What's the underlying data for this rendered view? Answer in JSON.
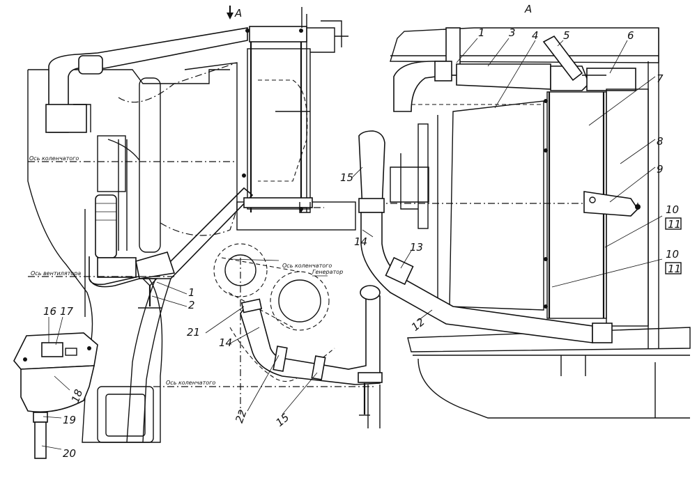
{
  "view_markers": {
    "arrow_a": "A",
    "view_a": "A"
  },
  "callouts": {
    "c1_left": "1",
    "c2_left": "2",
    "c21": "21",
    "c14_mid": "14",
    "c22": "22",
    "c15_mid": "15",
    "c16": "16",
    "c17": "17",
    "c18": "18",
    "c19": "19",
    "c20": "20",
    "c1_right": "1",
    "c3": "3",
    "c4": "4",
    "c5": "5",
    "c6": "6",
    "c7": "7",
    "c8": "8",
    "c9": "9",
    "c10a": "10",
    "c11a": "11",
    "c10b": "10",
    "c11b": "11",
    "c12": "12",
    "c13": "13",
    "c14_right": "14",
    "c15_right": "15"
  },
  "axis_labels": {
    "left_axis_top": "Ось коленчатого",
    "left_axis_fan": "Ось вентилятора",
    "mid_axis_top": "Ось коленчатого",
    "mid_axis_gen": "Генератор",
    "bottom_axis": "Ось коленчатого"
  }
}
